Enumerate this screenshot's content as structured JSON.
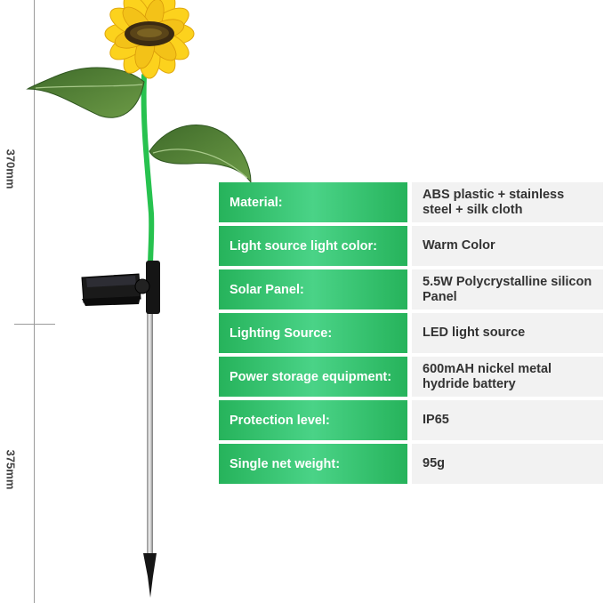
{
  "dimensions": {
    "upper_height": "370mm",
    "lower_height": "375mm"
  },
  "colors": {
    "label_green": "#2fbf6a",
    "value_bg": "#f2f2f2",
    "stem_green": "#27c24f",
    "petal_yellow": "#fcd21d"
  },
  "specs": [
    {
      "label": "Material:",
      "value": "ABS plastic + stainless steel + silk cloth"
    },
    {
      "label": "Light source light color:",
      "value": "Warm Color"
    },
    {
      "label": "Solar Panel:",
      "value": "5.5W Polycrystalline silicon Panel"
    },
    {
      "label": "Lighting Source:",
      "value": "LED light source"
    },
    {
      "label": "Power storage equipment:",
      "value": "600mAH nickel metal hydride battery"
    },
    {
      "label": "Protection level:",
      "value": "IP65"
    },
    {
      "label": "Single net weight:",
      "value": "95g"
    }
  ]
}
